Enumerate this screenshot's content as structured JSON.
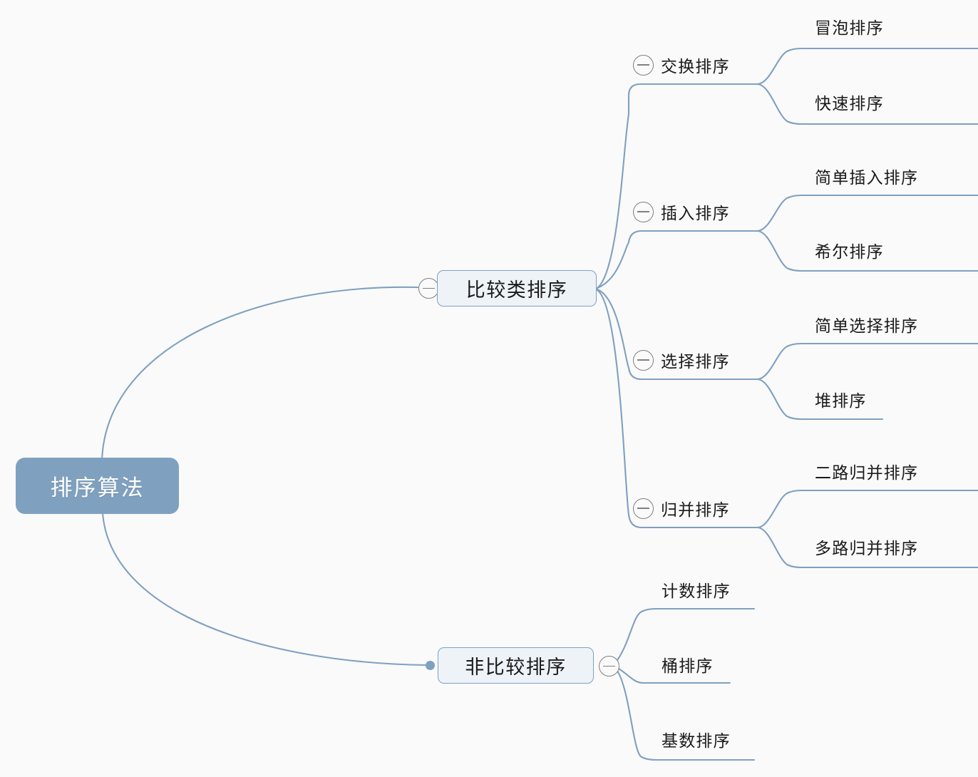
{
  "diagram": {
    "type": "mind-map",
    "title": "排序算法",
    "background_color": "#fafafa",
    "edge_color": "#7fa0c0",
    "root_fill": "#7fa1bf",
    "root_text_color": "#ffffff",
    "branch_fill": "#eef3f8",
    "branch_border": "#7fa0c0",
    "toggle_color": "#808080",
    "toggle_state": "expanded",
    "toggle_glyph": "minus-circle"
  },
  "root": {
    "label": "排序算法"
  },
  "branches": [
    {
      "label": "比较类排序",
      "toggle_side": "left",
      "children": [
        {
          "label": "交换排序",
          "toggle_side": "left",
          "children": [
            {
              "label": "冒泡排序"
            },
            {
              "label": "快速排序"
            }
          ]
        },
        {
          "label": "插入排序",
          "toggle_side": "left",
          "children": [
            {
              "label": "简单插入排序"
            },
            {
              "label": "希尔排序"
            }
          ]
        },
        {
          "label": "选择排序",
          "toggle_side": "left",
          "children": [
            {
              "label": "简单选择排序"
            },
            {
              "label": "堆排序"
            }
          ]
        },
        {
          "label": "归并排序",
          "toggle_side": "left",
          "children": [
            {
              "label": "二路归并排序"
            },
            {
              "label": "多路归并排序"
            }
          ]
        }
      ]
    },
    {
      "label": "非比较排序",
      "toggle_side": "right",
      "children": [
        {
          "label": "计数排序"
        },
        {
          "label": "桶排序"
        },
        {
          "label": "基数排序"
        }
      ]
    }
  ]
}
